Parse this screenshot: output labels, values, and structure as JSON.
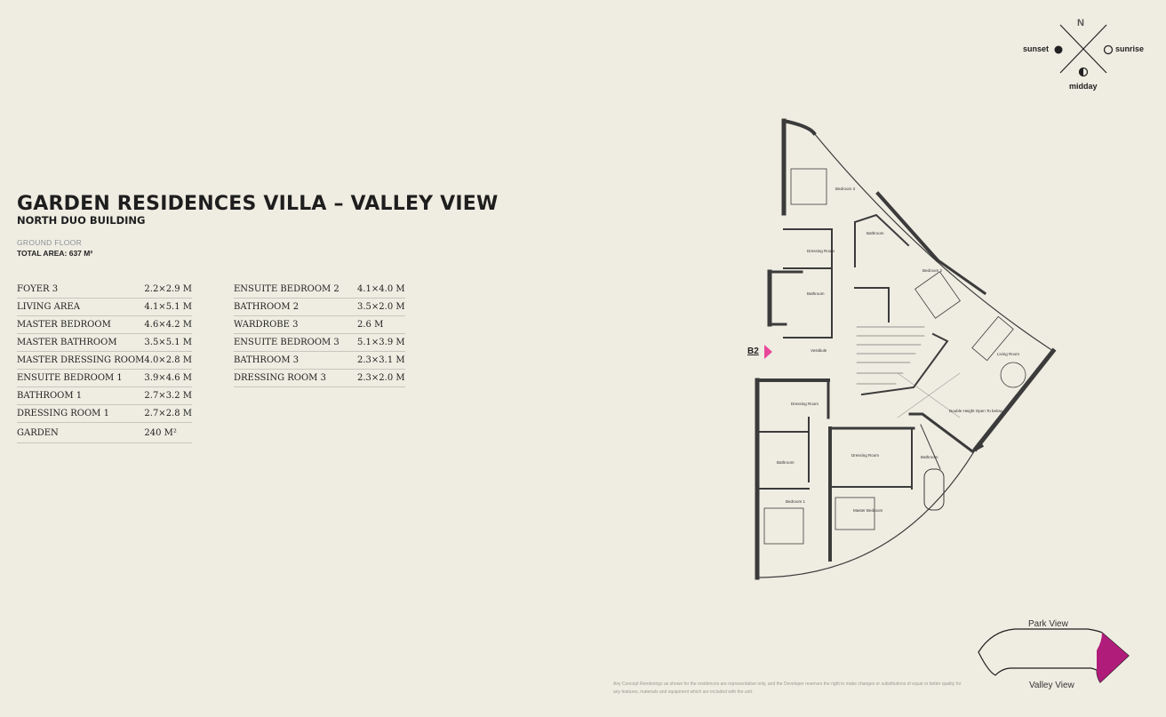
{
  "header": {
    "title": "GARDEN RESIDENCES VILLA – VALLEY VIEW",
    "building": "NORTH DUO BUILDING",
    "floor": "GROUND FLOOR",
    "total_area": "TOTAL AREA: 637 M²"
  },
  "rooms_left": [
    {
      "name": "FOYER 3",
      "dim": "2.2×2.9 M"
    },
    {
      "name": "LIVING AREA",
      "dim": "4.1×5.1 M"
    },
    {
      "name": "MASTER BEDROOM",
      "dim": "4.6×4.2 M"
    },
    {
      "name": "MASTER BATHROOM",
      "dim": "3.5×5.1 M"
    },
    {
      "name": "MASTER DRESSING ROOM",
      "dim": "4.0×2.8 M"
    },
    {
      "name": "ENSUITE BEDROOM 1",
      "dim": "3.9×4.6 M"
    },
    {
      "name": "BATHROOM 1",
      "dim": "2.7×3.2 M"
    },
    {
      "name": "DRESSING ROOM 1",
      "dim": "2.7×2.8 M"
    },
    {
      "name": "GARDEN",
      "dim": "240 M²"
    }
  ],
  "rooms_right": [
    {
      "name": "ENSUITE BEDROOM 2",
      "dim": "4.1×4.0 M"
    },
    {
      "name": "BATHROOM 2",
      "dim": "3.5×2.0 M"
    },
    {
      "name": "WARDROBE 3",
      "dim": "2.6 M"
    },
    {
      "name": "ENSUITE BEDROOM 3",
      "dim": "5.1×3.9 M"
    },
    {
      "name": "BATHROOM 3",
      "dim": "2.3×3.1 M"
    },
    {
      "name": "DRESSING ROOM 3",
      "dim": "2.3×2.0 M"
    }
  ],
  "compass": {
    "north": "N",
    "west": "sunset",
    "east": "sunrise",
    "south": "midday",
    "icons": [
      "sun-full-icon",
      "sun-outline-icon",
      "sun-half-icon"
    ]
  },
  "plan": {
    "unit_label": "B2",
    "marker_color": "#e8479a",
    "room_labels": {
      "bedroom3": "Bedroom 3",
      "bathroom_top": "Bathroom",
      "dressing_top": "Dressing Room",
      "bathroom_left": "Bathroom",
      "bedroom2": "Bedroom 2",
      "vestibule": "Vestibule",
      "living": "Living Room",
      "double_height": "Double Height Open To below",
      "dressing_left": "Dressing Room",
      "bathroom_mid": "Bathroom",
      "dressing_master": "Dressing Room",
      "master_bedroom": "Master Bedroom",
      "bathroom_right": "Bathroom",
      "bedroom1": "Bedroom 1"
    }
  },
  "keyplan": {
    "top_label": "Park View",
    "bottom_label": "Valley View",
    "highlight_color": "#b01c7a"
  },
  "disclaimer": "Any Concept Renderings as shown for the residences are representative only, and the Developer reserves the right to make changes or substitutions of equal or better quality for any features, materials and equipment which are included with the unit."
}
